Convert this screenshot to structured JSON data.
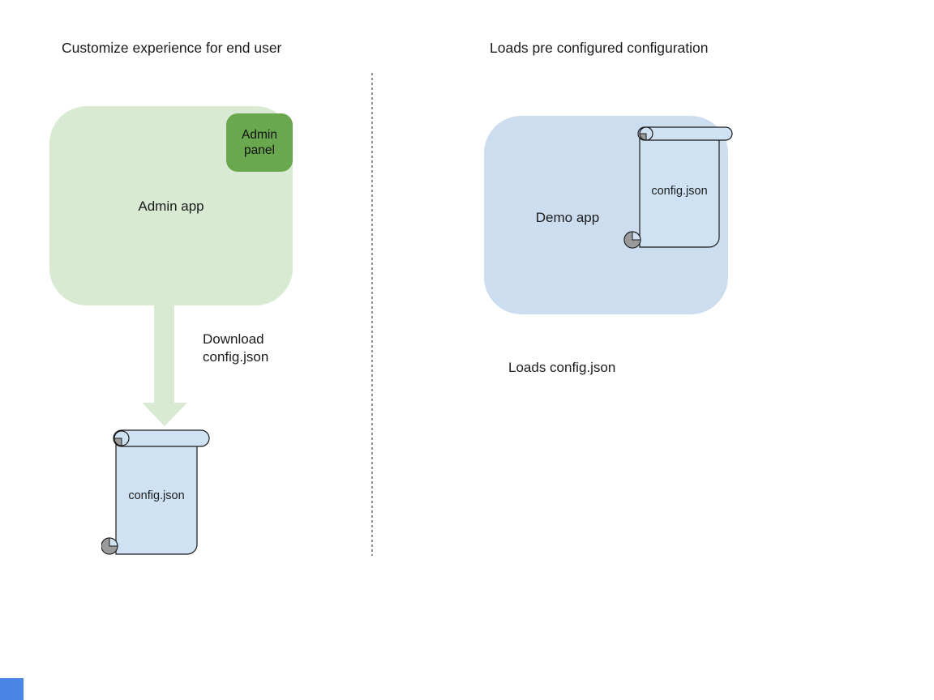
{
  "colors": {
    "green_light": "#d9ead3",
    "green_dark": "#6aa84f",
    "demo_fill": "#cdddf0",
    "file_fill": "#cfe2f3",
    "curl_gray": "#9a9a9a",
    "divider": "#8f8f8f",
    "text": "#1c1c1c",
    "corner_accent": "#4a86e8"
  },
  "left": {
    "heading": "Customize experience for end user",
    "app_label": "Admin app",
    "panel_label": "Admin panel",
    "arrow_label": "Download config.json",
    "file_label": "config.json"
  },
  "right": {
    "heading": "Loads pre configured configuration",
    "app_label": "Demo app",
    "file_label": "config.json",
    "caption": "Loads config.json"
  }
}
